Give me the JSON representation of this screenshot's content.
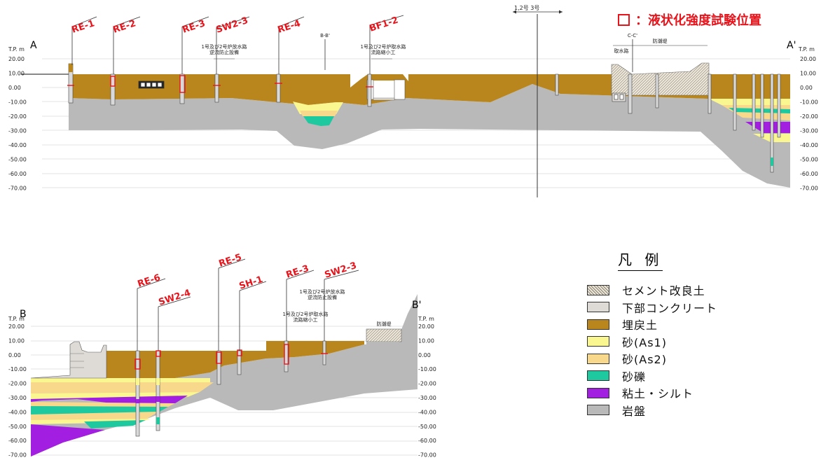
{
  "test_position": {
    "label": "：液状化強度試験位置"
  },
  "section_a": {
    "start": "A",
    "end": "A'",
    "tp_label": "T.P. m",
    "elevations": [
      "20.00",
      "10.00",
      "0.00",
      "-10.00",
      "-20.00",
      "-30.00",
      "-40.00",
      "-50.00",
      "-60.00",
      "-70.00"
    ],
    "boreholes": [
      "RE-1",
      "RE-2",
      "RE-3",
      "SW2-3",
      "RE-4",
      "BF1-2"
    ],
    "notes": {
      "bb": "B-B'",
      "outfall_1": "1号及び2号炉放水路",
      "outfall_2": "逆流防止設備",
      "intake_1": "1号及び2号炉取水路",
      "intake_2": "流路縮小工",
      "unit": "1,2号 3号",
      "cc": "C-C'",
      "intake_channel": "取水路",
      "seawall": "防潮堤"
    }
  },
  "section_b": {
    "start": "B",
    "end": "B'",
    "tp_label": "T.P. m",
    "elevations": [
      "20.00",
      "10.00",
      "0.00",
      "-10.00",
      "-20.00",
      "-30.00",
      "-40.00",
      "-50.00",
      "-60.00",
      "-70.00"
    ],
    "boreholes": [
      "RE-6",
      "SW2-4",
      "RE-5",
      "SH-1",
      "RE-3",
      "SW2-3"
    ],
    "notes": {
      "outfall_1": "1号及び2号炉放水路",
      "outfall_2": "逆流防止設備",
      "intake_1": "1号及び2号炉取水路",
      "intake_2": "流路縮小工",
      "seawall": "防潮堤"
    }
  },
  "legend": {
    "title": "凡 例",
    "items": [
      {
        "label": "セメント改良土",
        "color": "#e6e0d2"
      },
      {
        "label": "下部コンクリート",
        "color": "#dedbd6"
      },
      {
        "label": "埋戻土",
        "color": "#b8861c"
      },
      {
        "label": "砂(As1)",
        "color": "#fbf790"
      },
      {
        "label": "砂(As2)",
        "color": "#f8d98c"
      },
      {
        "label": "砂礫",
        "color": "#1fc9a0"
      },
      {
        "label": "粘土・シルト",
        "color": "#a21ee0"
      },
      {
        "label": "岩盤",
        "color": "#b9b9b9"
      }
    ]
  }
}
